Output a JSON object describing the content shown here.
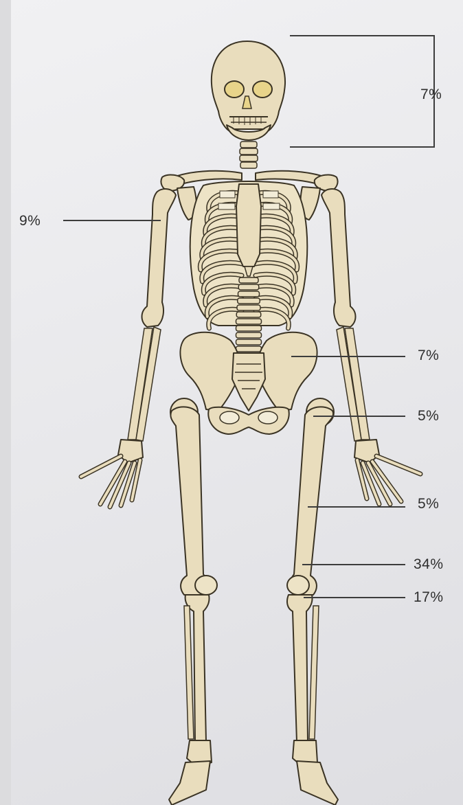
{
  "labels": {
    "skull": "7%",
    "arm": "9%",
    "pelvis": "7%",
    "hip": "5%",
    "thigh": "5%",
    "knee": "34%",
    "lower_leg": "17%"
  },
  "colors": {
    "bone": "#e9ddbd",
    "outline": "#3a3324",
    "background": "#ececee",
    "text": "#2e2e2e"
  }
}
